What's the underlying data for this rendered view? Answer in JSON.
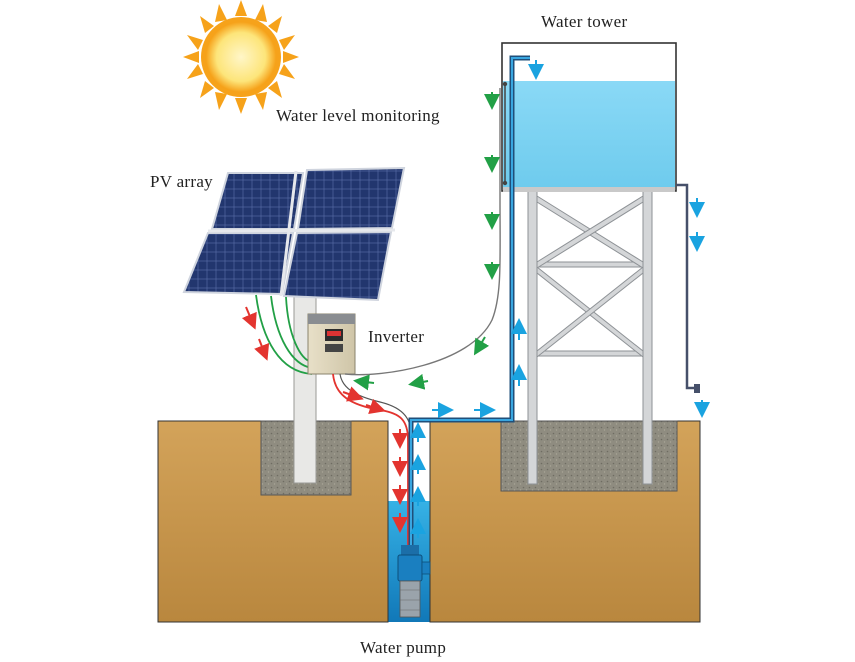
{
  "labels": {
    "water_tower": "Water tower",
    "water_level_monitoring": "Water level monitoring",
    "pv_array": "PV array",
    "inverter": "Inverter",
    "water_pump": "Water pump"
  },
  "colors": {
    "soil": "#c99a4c",
    "soil_dark": "#a8793a",
    "concrete": "#8f8c80",
    "water": "#7fd3f2",
    "well_water": "#2aa3db",
    "pipe": "#1f6fa8",
    "steel": "#d4d6d8",
    "panel": "#1e2f63",
    "sun": "#f6a21a",
    "arrow_red": "#e3342f",
    "arrow_green": "#22a046",
    "arrow_blue": "#1aa3e0"
  }
}
